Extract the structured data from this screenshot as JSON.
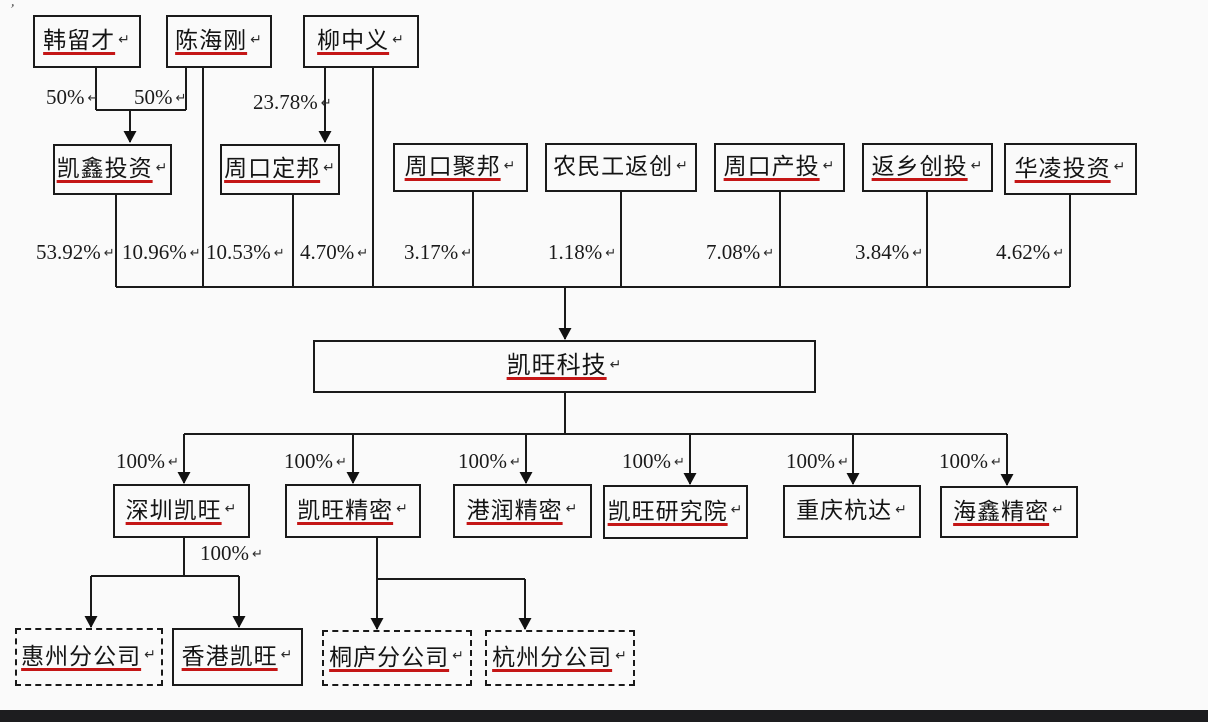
{
  "paragraph_mark": "↵",
  "corner_mark": "’",
  "nodes": [
    {
      "id": "han-liucai",
      "label": "韩留才"
    },
    {
      "id": "chen-haigang",
      "label": "陈海刚"
    },
    {
      "id": "liu-zhongyi",
      "label": "柳中义"
    },
    {
      "id": "kaixin-investment",
      "label": "凯鑫投资"
    },
    {
      "id": "zhoukou-dingbang",
      "label": "周口定邦"
    },
    {
      "id": "zhoukou-jubang",
      "label": "周口聚邦"
    },
    {
      "id": "nongmingong-fanchuang",
      "label": "农民工返创"
    },
    {
      "id": "zhoukou-chantou",
      "label": "周口产投"
    },
    {
      "id": "fanxiang-chuangtou",
      "label": "返乡创投"
    },
    {
      "id": "hualing-investment",
      "label": "华凌投资"
    },
    {
      "id": "kaiwang-tech",
      "label": "凯旺科技"
    },
    {
      "id": "shenzhen-kaiwang",
      "label": "深圳凯旺"
    },
    {
      "id": "kaiwang-jingmi",
      "label": "凯旺精密"
    },
    {
      "id": "gangrun-jingmi",
      "label": "港润精密"
    },
    {
      "id": "kaiwang-research",
      "label": "凯旺研究院"
    },
    {
      "id": "chongqing-hangda",
      "label": "重庆杭达"
    },
    {
      "id": "haixin-jingmi",
      "label": "海鑫精密"
    },
    {
      "id": "huizhou-branch",
      "label": "惠州分公司"
    },
    {
      "id": "hongkong-kaiwang",
      "label": "香港凯旺"
    },
    {
      "id": "tonglu-branch",
      "label": "桐庐分公司"
    },
    {
      "id": "hangzhou-branch",
      "label": "杭州分公司"
    }
  ],
  "ownership_labels": [
    {
      "id": "pct-han-kaixin",
      "text": "50%"
    },
    {
      "id": "pct-chen-kaixin",
      "text": "50%"
    },
    {
      "id": "pct-liu-dingbang",
      "text": "23.78%"
    },
    {
      "id": "pct-kaixin-kw",
      "text": "53.92%"
    },
    {
      "id": "pct-chen-kw",
      "text": "10.96%"
    },
    {
      "id": "pct-dingbang-kw",
      "text": "10.53%"
    },
    {
      "id": "pct-liu-kw",
      "text": "4.70%"
    },
    {
      "id": "pct-jubang-kw",
      "text": "3.17%"
    },
    {
      "id": "pct-nmg-kw",
      "text": "1.18%"
    },
    {
      "id": "pct-chantou-kw",
      "text": "7.08%"
    },
    {
      "id": "pct-fanxiang-kw",
      "text": "3.84%"
    },
    {
      "id": "pct-hualing-kw",
      "text": "4.62%"
    },
    {
      "id": "pct-kw-shenzhen",
      "text": "100%"
    },
    {
      "id": "pct-kw-jingmi",
      "text": "100%"
    },
    {
      "id": "pct-kw-gangrun",
      "text": "100%"
    },
    {
      "id": "pct-kw-research",
      "text": "100%"
    },
    {
      "id": "pct-kw-hangda",
      "text": "100%"
    },
    {
      "id": "pct-kw-haixin",
      "text": "100%"
    },
    {
      "id": "pct-shenzhen-sub",
      "text": "100%"
    }
  ],
  "relationships": [
    {
      "from": "韩留才",
      "to": "凯鑫投资",
      "share": "50%"
    },
    {
      "from": "陈海刚",
      "to": "凯鑫投资",
      "share": "50%"
    },
    {
      "from": "柳中义",
      "to": "周口定邦",
      "share": "23.78%"
    },
    {
      "from": "凯鑫投资",
      "to": "凯旺科技",
      "share": "53.92%"
    },
    {
      "from": "陈海刚",
      "to": "凯旺科技",
      "share": "10.96%"
    },
    {
      "from": "周口定邦",
      "to": "凯旺科技",
      "share": "10.53%"
    },
    {
      "from": "柳中义",
      "to": "凯旺科技",
      "share": "4.70%"
    },
    {
      "from": "周口聚邦",
      "to": "凯旺科技",
      "share": "3.17%"
    },
    {
      "from": "农民工返创",
      "to": "凯旺科技",
      "share": "1.18%"
    },
    {
      "from": "周口产投",
      "to": "凯旺科技",
      "share": "7.08%"
    },
    {
      "from": "返乡创投",
      "to": "凯旺科技",
      "share": "3.84%"
    },
    {
      "from": "华凌投资",
      "to": "凯旺科技",
      "share": "4.62%"
    },
    {
      "from": "凯旺科技",
      "to": "深圳凯旺",
      "share": "100%"
    },
    {
      "from": "凯旺科技",
      "to": "凯旺精密",
      "share": "100%"
    },
    {
      "from": "凯旺科技",
      "to": "港润精密",
      "share": "100%"
    },
    {
      "from": "凯旺科技",
      "to": "凯旺研究院",
      "share": "100%"
    },
    {
      "from": "凯旺科技",
      "to": "重庆杭达",
      "share": "100%"
    },
    {
      "from": "凯旺科技",
      "to": "海鑫精密",
      "share": "100%"
    },
    {
      "from": "深圳凯旺",
      "to": "惠州分公司",
      "share": ""
    },
    {
      "from": "深圳凯旺",
      "to": "香港凯旺",
      "share": "100%"
    },
    {
      "from": "凯旺精密",
      "to": "桐庐分公司",
      "share": ""
    },
    {
      "from": "凯旺精密",
      "to": "杭州分公司",
      "share": ""
    }
  ]
}
